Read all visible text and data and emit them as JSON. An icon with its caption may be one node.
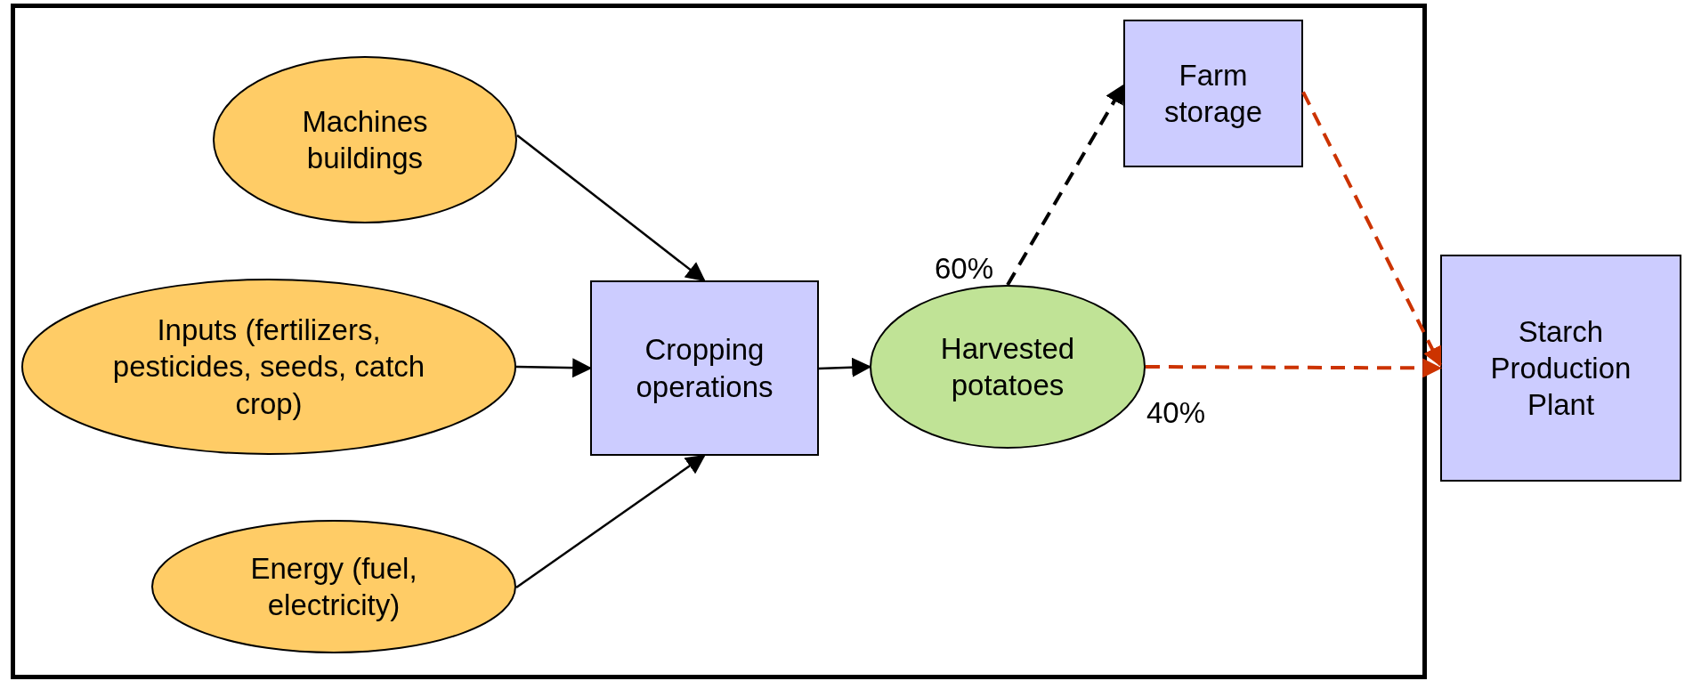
{
  "diagram": {
    "nodes": [
      {
        "text": [],
        "shape": "box"
      },
      {
        "text": [
          "Machines buildings"
        ],
        "in": 0
      },
      {
        "text": [
          "Inputs (fertilizers, pesticides, seeds, catch crop)"
        ],
        "in": 0
      },
      {
        "text": [
          "Energy (fuel, electricity)"
        ],
        "in": 0
      },
      {
        "text": [
          "Cropping operations"
        ],
        "in": 0
      },
      {
        "text": [
          "Harvested potatoes"
        ],
        "in": 0
      },
      {
        "text": [
          "Farm storage"
        ],
        "in": 0
      },
      {
        "text": [
          "Starch Production Plant"
        ]
      }
    ],
    "edges": [
      {
        "from": 1,
        "to": 4,
        "arrow": "to"
      },
      {
        "from": 2,
        "to": 4,
        "arrow": "to"
      },
      {
        "from": 3,
        "to": 4,
        "arrow": "to"
      },
      {
        "from": 4,
        "to": 5,
        "arrow": "to"
      },
      {
        "from": 5,
        "to": 6,
        "arrow": "to",
        "label": "60%",
        "style": "dashed"
      },
      {
        "from": 6,
        "to": 7,
        "arrow": "to",
        "style": "dashed",
        "color": "#cc3300"
      },
      {
        "from": 5,
        "to": 7,
        "arrow": "to",
        "label": "40%",
        "style": "dashed",
        "color": "#cc3300"
      }
    ]
  }
}
